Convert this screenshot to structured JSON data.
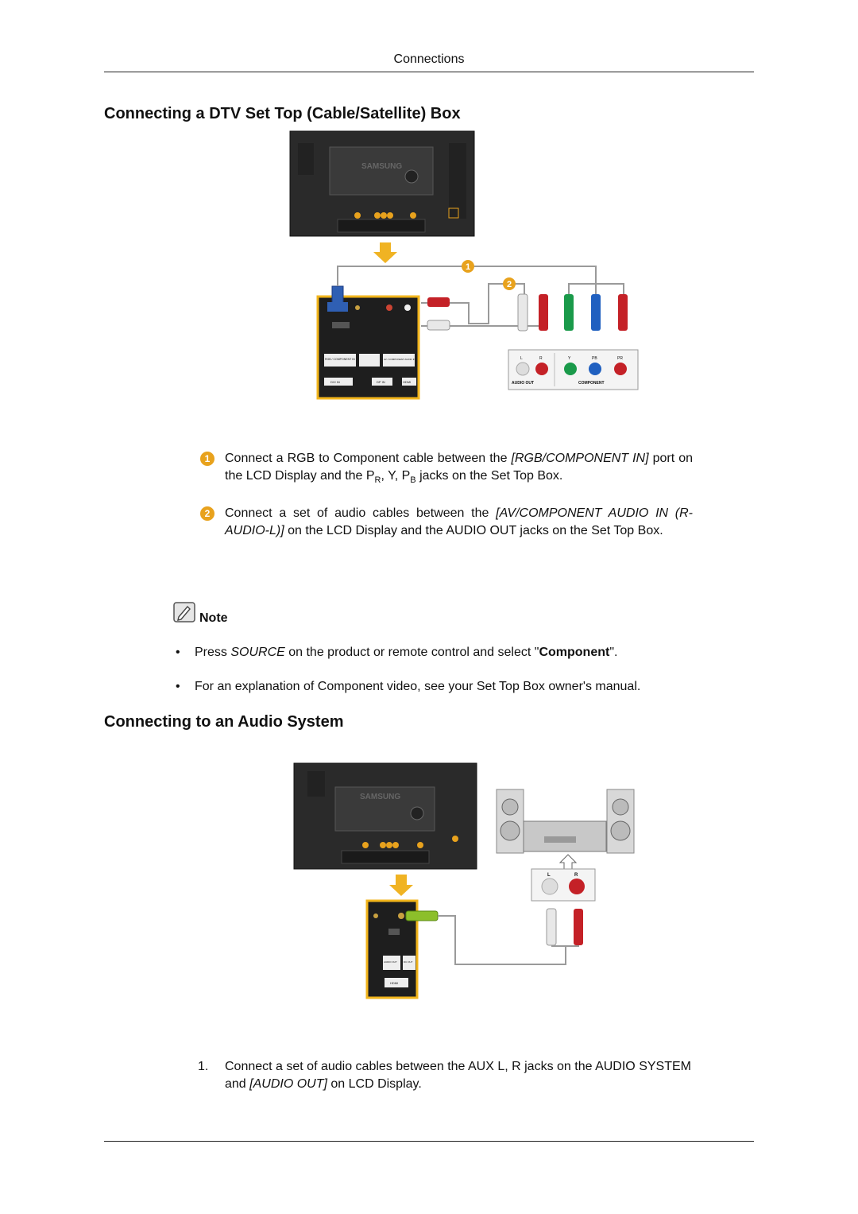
{
  "header": {
    "title": "Connections"
  },
  "section1": {
    "title": "Connecting a DTV Set Top (Cable/Satellite) Box",
    "figure": {
      "brand": "SAMSUNG",
      "callouts": [
        "1",
        "2"
      ],
      "panel_labels": [
        "RGB / COMPONENT IN",
        "AV / COMPONENT AUDIO IN",
        "DVI IN",
        "DP IN",
        "HDMI"
      ],
      "settop_labels": {
        "l": "L",
        "r": "R",
        "y": "Y",
        "pb": "PB",
        "pr": "PR",
        "audio_out": "AUDIO OUT",
        "component": "COMPONENT"
      }
    },
    "step1": {
      "badge": "1",
      "a": "Connect a RGB to Component cable between the ",
      "b": "[RGB/COMPONENT IN]",
      "c": " port on the LCD Display and the P",
      "d": "R",
      "e": ", Y, P",
      "f": "B",
      "g": " jacks on the Set Top Box."
    },
    "step2": {
      "badge": "2",
      "a": "Connect a set of audio cables between the ",
      "b": "[AV/COMPONENT AUDIO IN (R-AUDIO-L)]",
      "c": " on the LCD Display and the AUDIO OUT jacks on the Set Top Box."
    }
  },
  "note": {
    "label": "Note",
    "bullet1": {
      "a": "Press ",
      "b": "SOURCE",
      "c": " on the product or remote control and select \"",
      "d": "Component",
      "e": "\"."
    },
    "bullet2": "For an explanation of Component video, see your Set Top Box owner's manual.",
    "bullet_char": "•"
  },
  "section2": {
    "title": "Connecting to an Audio System",
    "figure": {
      "brand": "SAMSUNG",
      "audio_labels": {
        "l": "L",
        "r": "R"
      },
      "panel_labels": [
        "AUDIO OUT",
        "DC OUT",
        "HDMI"
      ]
    },
    "item1": {
      "num": "1.",
      "a": "Connect a set of audio cables between the AUX L, R jacks on the AUDIO SYSTEM and ",
      "b": "[AUDIO OUT]",
      "c": " on LCD Display."
    }
  },
  "colors": {
    "badge": "#e8a21d",
    "panel_yellow": "#f2b51c",
    "arrow": "#f0b323",
    "cable": "#9a9a9a"
  }
}
